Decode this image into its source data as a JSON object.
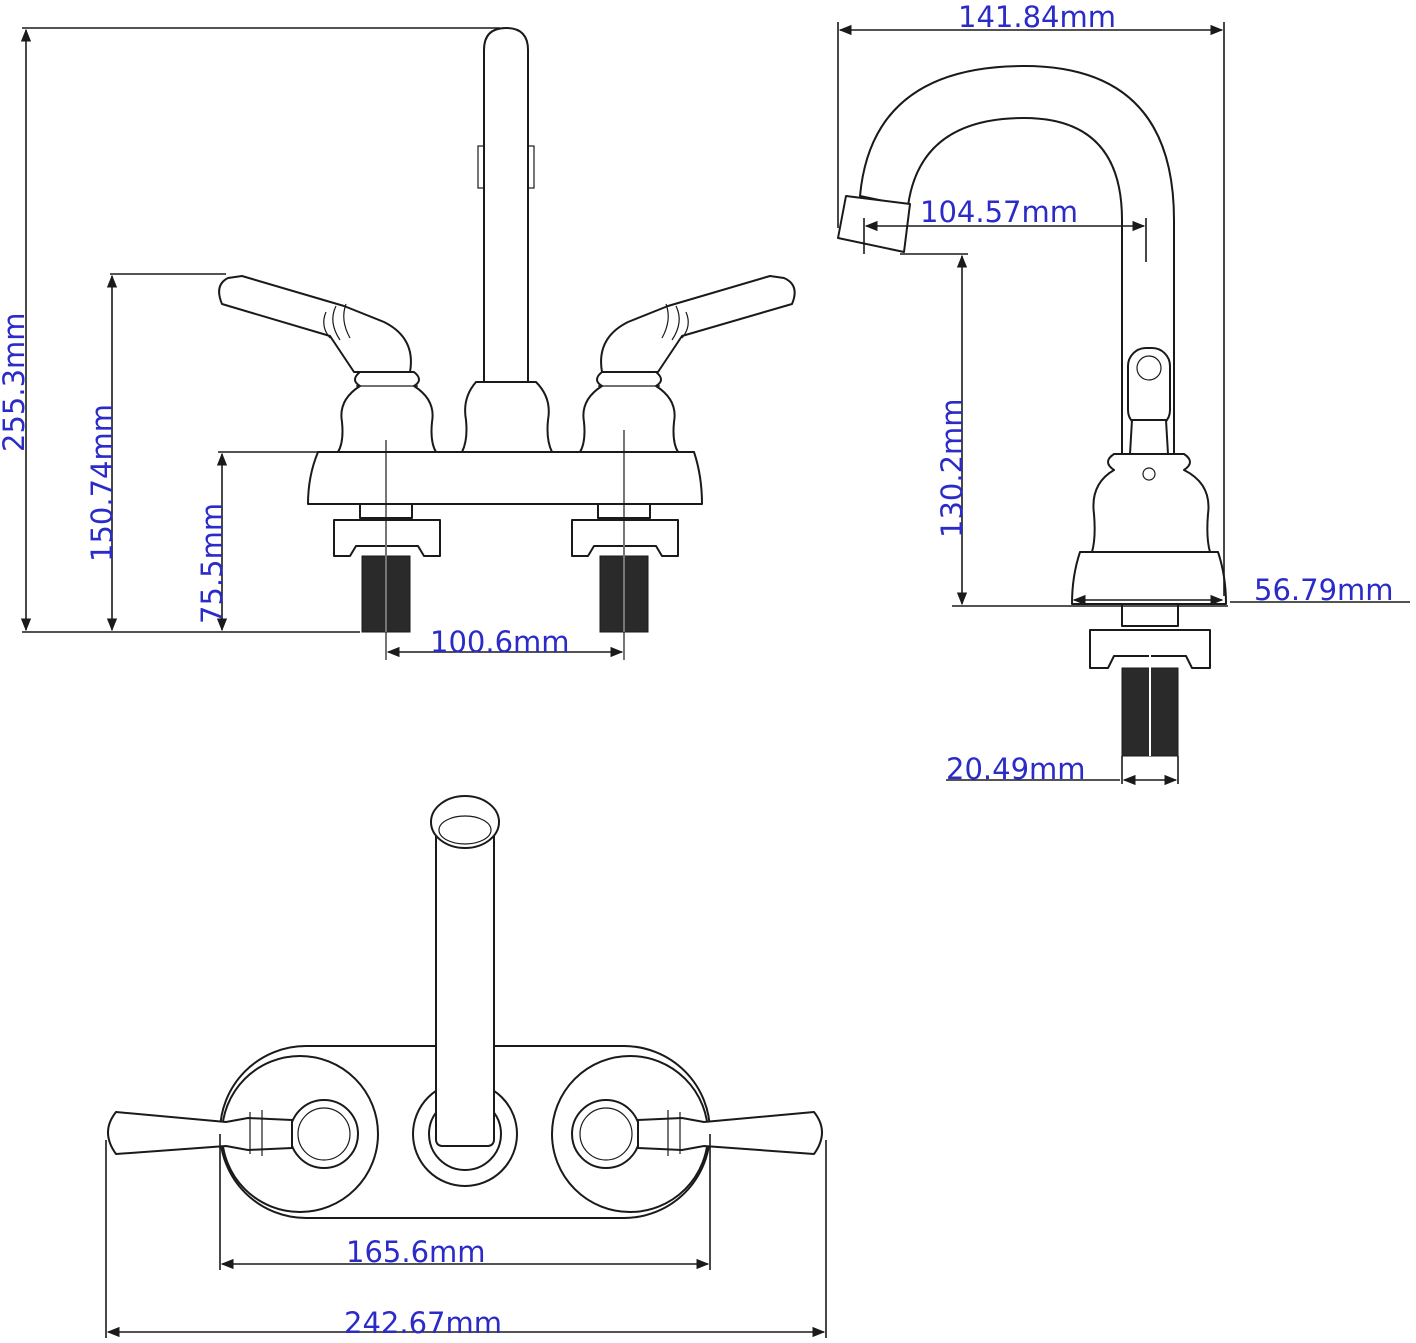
{
  "diagram": {
    "colors": {
      "label": "#2b2bc8",
      "line": "#1a1a1a",
      "background": "#ffffff"
    },
    "front_view": {
      "dim_overall_height": "255.3mm",
      "dim_handle_height": "150.74mm",
      "dim_base_height": "75.5mm",
      "dim_shank_spacing": "100.6mm"
    },
    "side_view": {
      "dim_spout_width": "141.84mm",
      "dim_spout_reach": "104.57mm",
      "dim_spout_height": "130.2mm",
      "dim_base_width": "56.79mm",
      "dim_shank_diameter": "20.49mm"
    },
    "top_view": {
      "dim_plate_width": "165.6mm",
      "dim_overall_width": "242.67mm"
    }
  }
}
